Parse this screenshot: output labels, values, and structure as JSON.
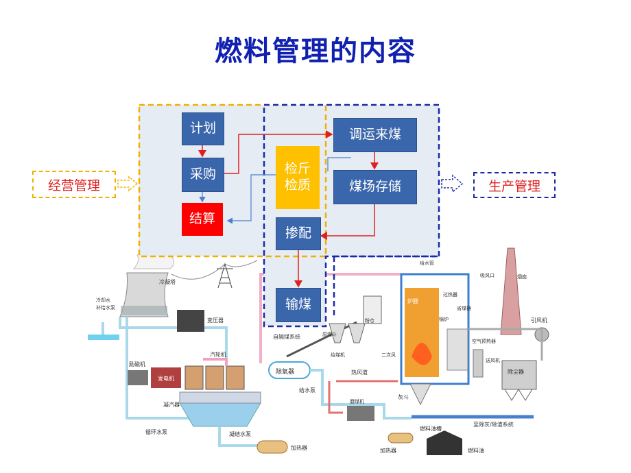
{
  "title": "燃料管理的内容",
  "boxes": {
    "plan": "计划",
    "purchase": "采购",
    "settle": "结算",
    "inspect_line1": "检斤",
    "inspect_line2": "检质",
    "transport": "调运来煤",
    "storage": "煤场存储",
    "blend": "掺配",
    "feed": "输煤"
  },
  "side_labels": {
    "business": "经营管理",
    "production": "生产管理"
  },
  "plant_labels": {
    "cooling_tower": "冷凝塔",
    "cooling_water": "冷却水",
    "supply_water": "补给水泵",
    "transformer": "变压器",
    "turbine": "汽轮机",
    "exciter": "励磁机",
    "generator": "发电机",
    "condenser": "凝汽器",
    "circ_pump": "循环水泵",
    "cond_pump": "凝结水泵",
    "heater1": "加热器",
    "deaerator": "除氧器",
    "feed_pump": "给水泵",
    "coal_system": "自输煤系统",
    "coal_hopper": "原煤斗",
    "coal_feeder": "给煤机",
    "powder_bin": "粉仓",
    "hot_air": "热风道",
    "mill": "磨煤机",
    "ash_hopper": "灰斗",
    "heater2": "加热器",
    "fuel_tank": "燃料油槽",
    "fuel_oil": "燃料油",
    "ash_system": "至除灰/除渣系统",
    "furnace": "炉膛",
    "boiler": "锅炉",
    "superheater": "过热器",
    "economizer": "省煤器",
    "feed_pipe": "给水管",
    "air_preheater": "空气预热器",
    "draft_fan": "送风机",
    "dust_collector": "除尘器",
    "id_fan": "引风机",
    "chimney": "烟囱",
    "air_inlet": "吸风口",
    "secondary_air": "二次风"
  },
  "colors": {
    "title": "#1020b0",
    "box_blue": "#3a66ab",
    "settle_red": "#ff0000",
    "inspect_orange": "#ffc000",
    "business_dash": "#f0b000",
    "production_dash": "#1a2aa8",
    "arrow_red": "#e02020",
    "arrow_blue": "#4a7fd0",
    "region_fill": "#e6ecf4"
  }
}
